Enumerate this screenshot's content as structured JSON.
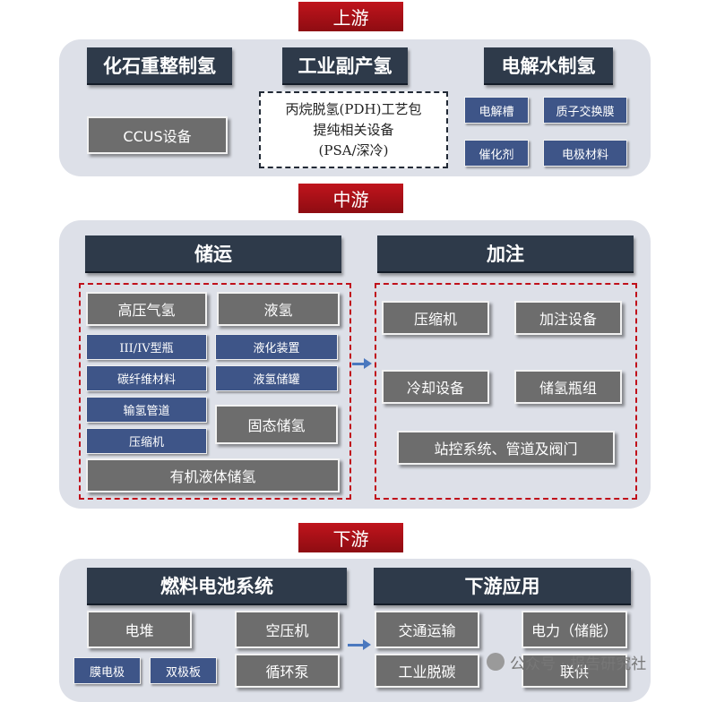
{
  "stages": {
    "upstream": "上游",
    "midstream": "中游",
    "downstream": "下游"
  },
  "upstream": {
    "fossil": "化石重整制氢",
    "industrial": "工业副产氢",
    "electrolysis": "电解水制氢",
    "ccus": "CCUS设备",
    "pdh_lines": [
      "丙烷脱氢(PDH)工艺包",
      "提纯相关设备",
      "(PSA/深冷)"
    ],
    "electrolyzer": "电解槽",
    "pem": "质子交换膜",
    "catalyst": "催化剂",
    "electrode": "电极材料"
  },
  "midstream": {
    "storage_header": "储运",
    "filling_header": "加注",
    "high_pressure": "高压气氢",
    "liquid_h2": "液氢",
    "tank_type": "III/IV型瓶",
    "liquefaction": "液化装置",
    "carbon_fiber": "碳纤维材料",
    "liquid_tank": "液氢储罐",
    "pipeline": "输氢管道",
    "solid_storage": "固态储氢",
    "compressor_small": "压缩机",
    "organic_liquid": "有机液体储氢",
    "compressor": "压缩机",
    "filling_equipment": "加注设备",
    "cooling": "冷却设备",
    "storage_cylinder_group": "储氢瓶组",
    "station_control": "站控系统、管道及阀门"
  },
  "downstream": {
    "fuel_cell_header": "燃料电池系统",
    "application_header": "下游应用",
    "stack": "电堆",
    "air_compressor": "空压机",
    "membrane_electrode": "膜电极",
    "bipolar_plate": "双极板",
    "circulation_pump": "循环泵",
    "transport": "交通运输",
    "power": "电力（储能）",
    "power_line2": "联供",
    "industrial_decarb": "工业脱碳"
  },
  "watermark": "公众号 · 报告研究社"
}
